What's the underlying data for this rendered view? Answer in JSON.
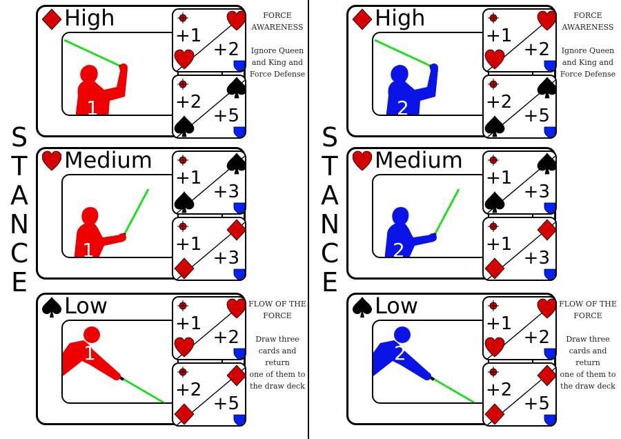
{
  "stance_label": [
    "S",
    "T",
    "A",
    "N",
    "C",
    "E"
  ],
  "colors": {
    "red": "#dd0000",
    "blue": "#0a1ee8",
    "saber": "#22dd22",
    "shield": "#0020ff",
    "suit_red": "#d40000"
  },
  "players": [
    {
      "side": "left",
      "number": "1",
      "figure_color": "#ee0000"
    },
    {
      "side": "right",
      "number": "2",
      "figure_color": "#0a14e6"
    }
  ],
  "stances": [
    {
      "name": "High",
      "suit": "diamond",
      "pose": "high",
      "note": {
        "title": [
          "FORCE",
          "AWARENESS"
        ],
        "body": [
          "Ignore Queen",
          "and King and",
          "Force Defense"
        ]
      },
      "cards": [
        {
          "attack": "+1",
          "defense": "+2",
          "suit": "heart",
          "target_icon": "crosshair-icon",
          "defense_icon": "shield-icon"
        },
        {
          "attack": "+2",
          "defense": "+5",
          "suit": "spade",
          "target_icon": "crosshair-icon",
          "defense_icon": "shield-icon"
        }
      ]
    },
    {
      "name": "Medium",
      "suit": "heart",
      "pose": "medium",
      "note": null,
      "cards": [
        {
          "attack": "+1",
          "defense": "+3",
          "suit": "spade",
          "target_icon": "crosshair-icon",
          "defense_icon": "shield-icon"
        },
        {
          "attack": "+1",
          "defense": "+3",
          "suit": "diamond",
          "target_icon": "crosshair-icon",
          "defense_icon": "shield-icon"
        }
      ]
    },
    {
      "name": "Low",
      "suit": "spade",
      "pose": "low",
      "note": {
        "title": [
          "FLOW OF THE",
          "FORCE"
        ],
        "body": [
          "Draw three",
          "cards and return",
          "one of them to",
          "the draw deck"
        ]
      },
      "cards": [
        {
          "attack": "+1",
          "defense": "+2",
          "suit": "heart",
          "target_icon": "crosshair-icon",
          "defense_icon": "shield-icon"
        },
        {
          "attack": "+2",
          "defense": "+5",
          "suit": "diamond",
          "target_icon": "crosshair-icon",
          "defense_icon": "shield-icon"
        }
      ]
    }
  ]
}
